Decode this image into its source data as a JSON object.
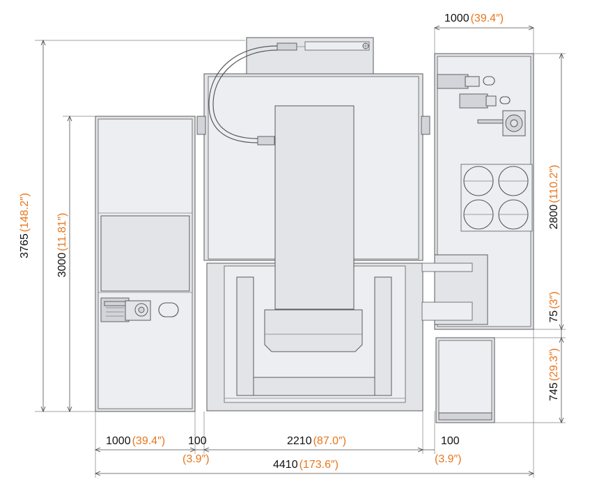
{
  "colors": {
    "dimension_text": "#111111",
    "imperial_text": "#e8761c",
    "part_fill": "#e3e4e8",
    "outline": "#5a5a5a"
  },
  "dimensions": {
    "top_right_width": {
      "mm": "1000",
      "inch": "(39.4″)"
    },
    "overall_height": {
      "mm": "3765",
      "inch": "(148.2″)"
    },
    "left_cabinet_height": {
      "mm": "3000",
      "inch": "(11.81″)"
    },
    "right_cabinet_height": {
      "mm": "2800",
      "inch": "(110.2″)"
    },
    "right_gap": {
      "mm": "75",
      "inch": "(3″)"
    },
    "right_small_unit_height": {
      "mm": "745",
      "inch": "(29.3″)"
    },
    "left_cabinet_width": {
      "mm": "1000",
      "inch": "(39.4″)"
    },
    "left_gap": {
      "mm": "100",
      "inch": "(3.9″)"
    },
    "machine_width": {
      "mm": "2210",
      "inch": "(87.0″)"
    },
    "right_gap_bottom": {
      "mm": "100",
      "inch": "(3.9″)"
    },
    "overall_width": {
      "mm": "4410",
      "inch": "(173.6″)"
    }
  }
}
